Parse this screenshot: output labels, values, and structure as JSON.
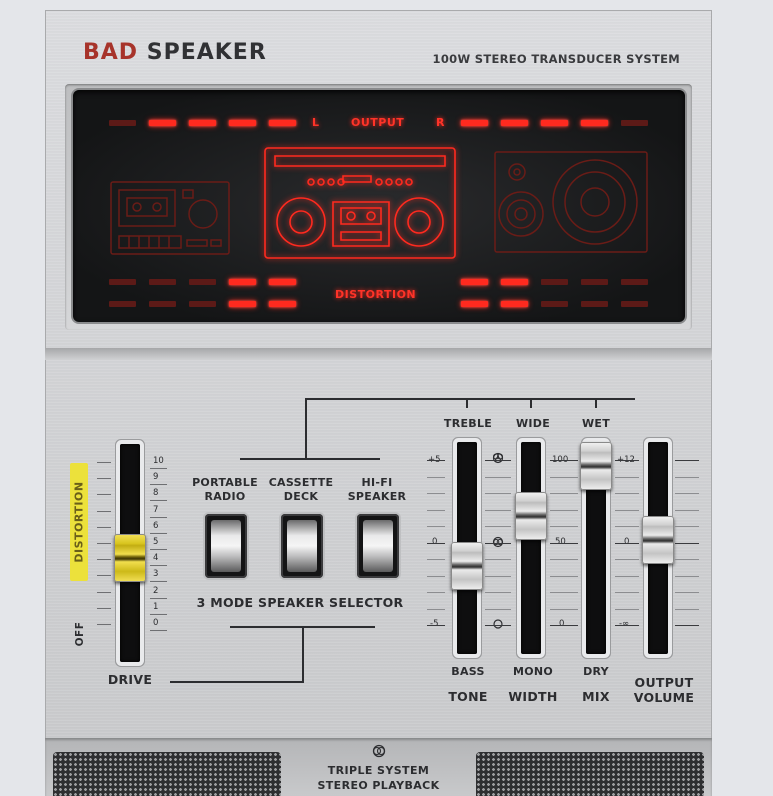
{
  "brand": {
    "name_part1": "BAD",
    "name_part2": "SPEAKER",
    "tagline": "100W STEREO TRANSDUCER SYSTEM"
  },
  "display": {
    "output_label": "OUTPUT",
    "left_label": "L",
    "right_label": "R",
    "distortion_label": "DISTORTION",
    "selected_speaker": "CASSETTE DECK",
    "colors": {
      "led_on": "#ff2a1f",
      "led_off": "#5c1a17"
    }
  },
  "drive": {
    "label": "DRIVE",
    "tag": "DISTORTION",
    "off_label": "OFF",
    "scale": [
      "10",
      "9",
      "8",
      "7",
      "6",
      "5",
      "4",
      "3",
      "2",
      "1",
      "0"
    ],
    "value": 4.5
  },
  "speaker_selector": {
    "title": "3 MODE SPEAKER SELECTOR",
    "modes": [
      {
        "line1": "PORTABLE",
        "line2": "RADIO"
      },
      {
        "line1": "CASSETTE",
        "line2": "DECK"
      },
      {
        "line1": "HI-FI",
        "line2": "SPEAKER"
      }
    ]
  },
  "tone": {
    "top": "TREBLE",
    "bottom": "BASS",
    "name": "TONE",
    "scale_top": "+5",
    "scale_mid": "0",
    "scale_bot": "-5"
  },
  "width": {
    "top": "WIDE",
    "bottom": "MONO",
    "name": "WIDTH"
  },
  "mix": {
    "top": "WET",
    "bottom": "DRY",
    "name": "MIX",
    "scale_top": "100",
    "scale_mid": "50",
    "scale_bot": "0"
  },
  "output": {
    "name_line1": "OUTPUT",
    "name_line2": "VOLUME",
    "scale_top": "+12",
    "scale_mid": "0",
    "scale_bot": "-∞"
  },
  "footer": {
    "icon": "triple-rings-icon",
    "line1": "TRIPLE SYSTEM",
    "line2": "STEREO PLAYBACK"
  }
}
